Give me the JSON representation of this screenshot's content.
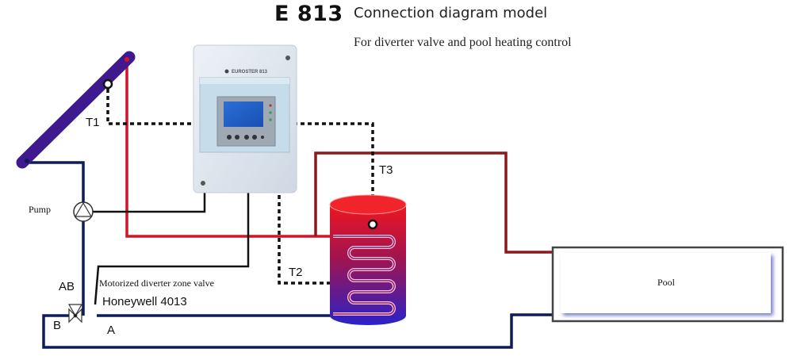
{
  "header": {
    "model": "E 813",
    "title": "Connection diagram model",
    "subtitle": "For diverter valve and pool heating control"
  },
  "controller": {
    "brand_label": "EUROSTER 813",
    "icon": "controller-unit-icon"
  },
  "sensors": {
    "t1": "T1",
    "t2": "T2",
    "t3": "T3"
  },
  "components": {
    "pump_label": "Pump",
    "valve_description": "Motorized diverter zone valve",
    "valve_model": "Honeywell 4013",
    "port_ab": "AB",
    "port_a": "A",
    "port_b": "B",
    "pool_label": "Pool"
  },
  "colors": {
    "hot_pipe": "#c8102e",
    "hot_pipe_dark": "#8b1a1a",
    "cold_pipe": "#0d1a5c",
    "collector": "#3f1a8f",
    "sensor_wire": "#111111",
    "tank_top": "#e8141c",
    "tank_bottom": "#2a20c0"
  }
}
